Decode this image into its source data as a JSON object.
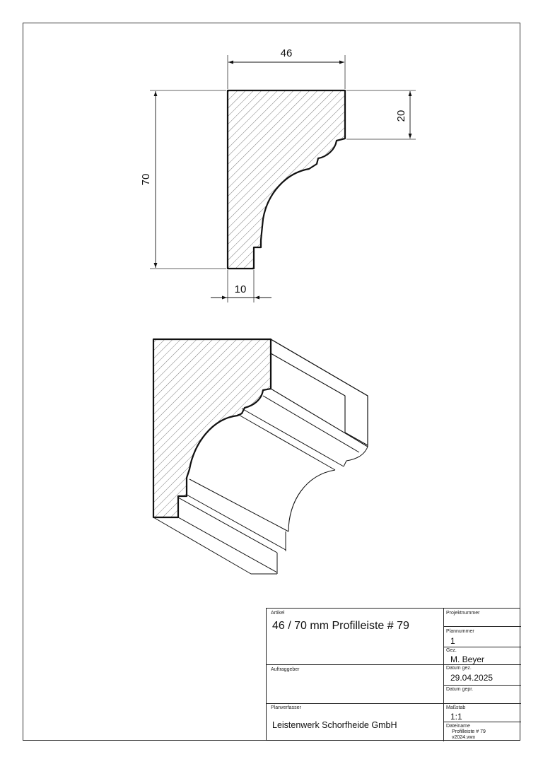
{
  "dimensions": {
    "width_top": "46",
    "height_left": "70",
    "height_right": "20",
    "width_bottom": "10"
  },
  "title_block": {
    "artikel_label": "Artikel",
    "artikel_value": "46 / 70 mm Profilleiste # 79",
    "projektnummer_label": "Projektnummer",
    "projektnummer_value": "",
    "plannummer_label": "Plannummer",
    "plannummer_value": "1",
    "gez_label": "Gez.",
    "gez_value": "M. Beyer",
    "auftraggeber_label": "Auftraggeber",
    "auftraggeber_value": "",
    "datum_gez_label": "Datum gez.",
    "datum_gez_value": "29.04.2025",
    "datum_gepr_label": "Datum gepr.",
    "datum_gepr_value": "",
    "planverfasser_label": "Planverfasser",
    "planverfasser_value": "Leistenwerk Schorfheide GmbH",
    "massstab_label": "Maßstab",
    "massstab_value": "1:1",
    "dateiname_label": "Dateiname",
    "dateiname_line1": "Profilleiste # 79",
    "dateiname_line2": "v2024.vwx"
  }
}
